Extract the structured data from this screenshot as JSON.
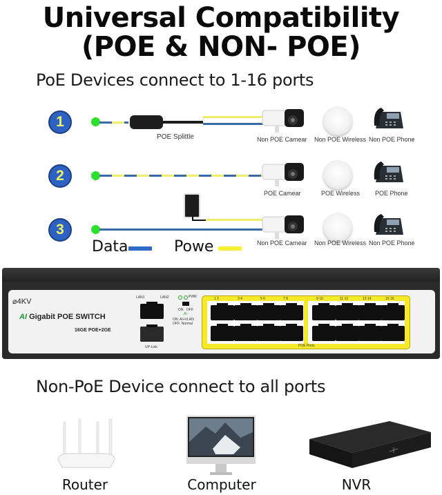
{
  "header": {
    "title_line1": "Universal Compatibility",
    "title_line2": "(POE & NON- POE)",
    "subtitle": "PoE Devices connect to 1-16 ports"
  },
  "rows": [
    {
      "number": "1",
      "connector": "POE Splittle",
      "devices": [
        "Non POE  Camear",
        "Non POE  Wireless",
        "Non POE  Phone"
      ]
    },
    {
      "number": "2",
      "devices": [
        "POE  Camear",
        "POE  Wireless",
        "POE  Phone"
      ]
    },
    {
      "number": "3",
      "devices": [
        "Non POE  Camear",
        "Non POE  Wireless",
        "Non POE  Phone"
      ]
    }
  ],
  "legend": {
    "data_label": "Data",
    "data_color": "#2f6bc6",
    "power_label": "Powe",
    "power_color": "#f7f034"
  },
  "switch": {
    "brand": "⌀4KV",
    "ai_prefix": "AI",
    "model_name": "Gigabit POE SWITCH",
    "spec": "16GE POE+2GE",
    "lan1_label": "LAN1",
    "lan2_label": "LAN2",
    "uplink_label": "UP-Link",
    "pwr_label": "PWR",
    "switch_on": "ON",
    "switch_off": "OFF",
    "switch_mode": "AI",
    "mode_on": "ON:  AI+VLAN",
    "mode_off": "OFF: Normal",
    "poe_ports_label": "POE Ports",
    "port_pair_labels": [
      "1  2",
      "3  4",
      "5  6",
      "7  8",
      "9  10",
      "11 12",
      "13 14",
      "15 16"
    ]
  },
  "non_poe": {
    "heading": "Non-PoE Device connect to all ports",
    "devices": [
      "Router",
      "Computer",
      "NVR"
    ]
  },
  "colors": {
    "badge_fill": "#2d62c2",
    "badge_text": "#f3f36a",
    "endpoint_dot": "#2ee02e",
    "poe_panel": "#f6e92a"
  }
}
